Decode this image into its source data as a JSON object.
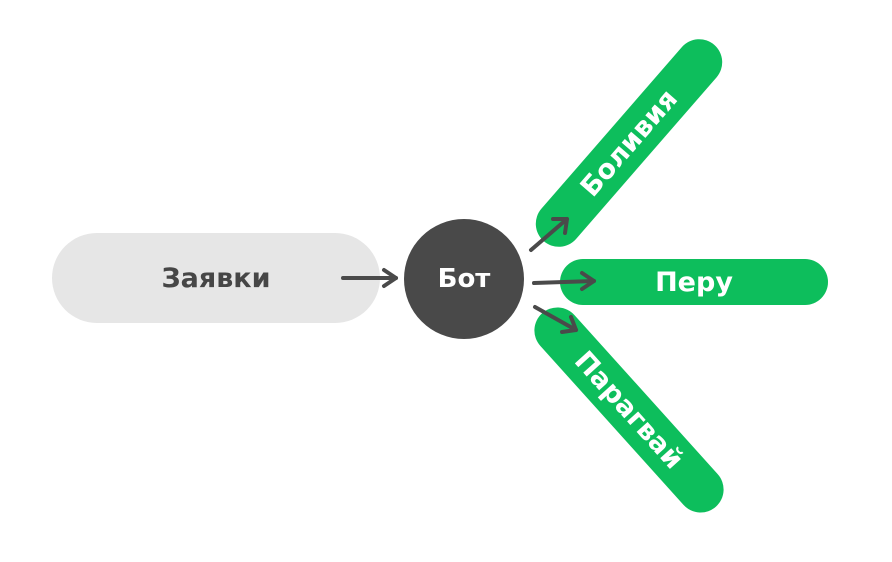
{
  "source": {
    "label": "Заявки"
  },
  "hub": {
    "label": "Бот"
  },
  "targets": [
    {
      "label": "Боливия"
    },
    {
      "label": "Перу"
    },
    {
      "label": "Парагвай"
    }
  ],
  "colors": {
    "source": "#e6e6e6",
    "hub": "#494949",
    "target": "#0dbe5c",
    "arrow": "#4a4a4a"
  }
}
